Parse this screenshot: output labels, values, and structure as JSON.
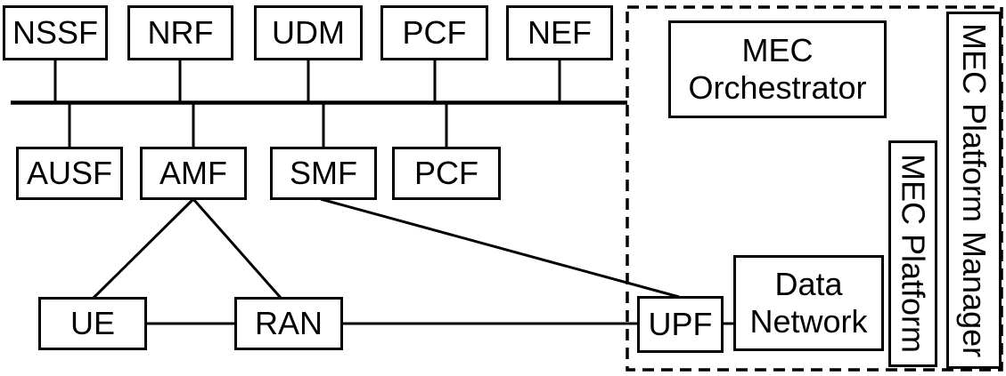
{
  "colors": {
    "background": "#ffffff",
    "stroke": "#000000",
    "text": "#000000"
  },
  "nodes": {
    "nssf": {
      "label": "NSSF"
    },
    "nrf": {
      "label": "NRF"
    },
    "udm": {
      "label": "UDM"
    },
    "pcf_top": {
      "label": "PCF"
    },
    "nef": {
      "label": "NEF"
    },
    "ausf": {
      "label": "AUSF"
    },
    "amf": {
      "label": "AMF"
    },
    "smf": {
      "label": "SMF"
    },
    "pcf_mid": {
      "label": "PCF"
    },
    "ue": {
      "label": "UE"
    },
    "ran": {
      "label": "RAN"
    },
    "upf": {
      "label": "UPF"
    },
    "data_network": {
      "label": "Data Network"
    },
    "mec_orchestrator": {
      "label": "MEC Orchestrator"
    },
    "mec_platform": {
      "label": "MEC Platform"
    },
    "mec_platform_manager": {
      "label": "MEC Platform Manager"
    }
  }
}
